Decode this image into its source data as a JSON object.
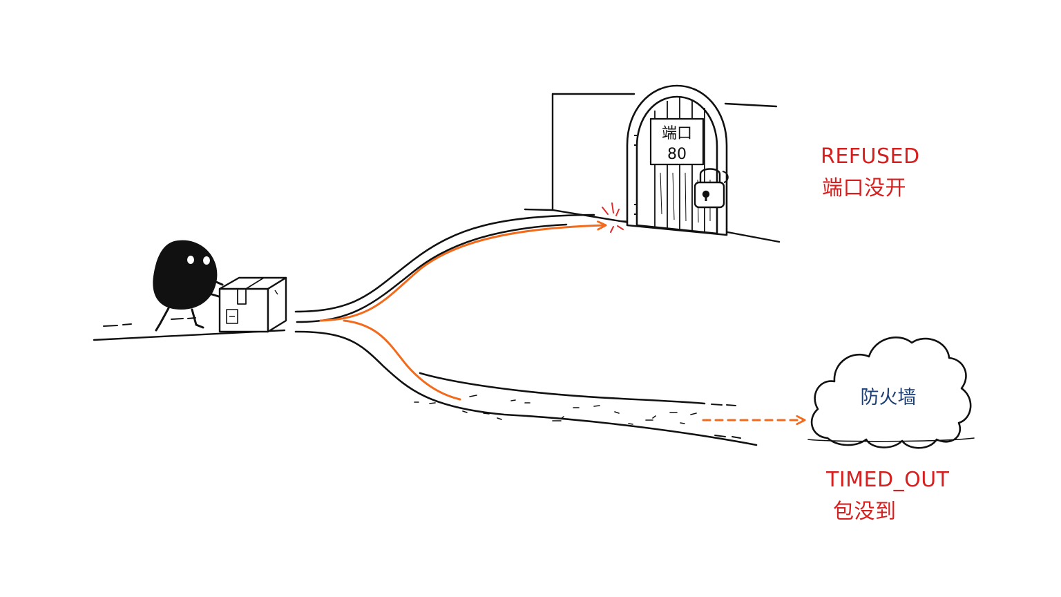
{
  "colors": {
    "ink": "#111111",
    "accent_arrow": "#f26a1b",
    "label_red": "#d61f1f",
    "label_blue": "#1d3f73"
  },
  "door": {
    "sign_line1": "端口",
    "sign_line2": "80"
  },
  "refused": {
    "code": "REFUSED",
    "desc": "端口没开"
  },
  "firewall": {
    "label": "防火墙"
  },
  "timed_out": {
    "code": "TIMED_OUT",
    "desc": "包没到"
  },
  "icons": [
    "blob-character",
    "package-box",
    "padlock-icon",
    "impact-spark",
    "cloud-shape"
  ]
}
